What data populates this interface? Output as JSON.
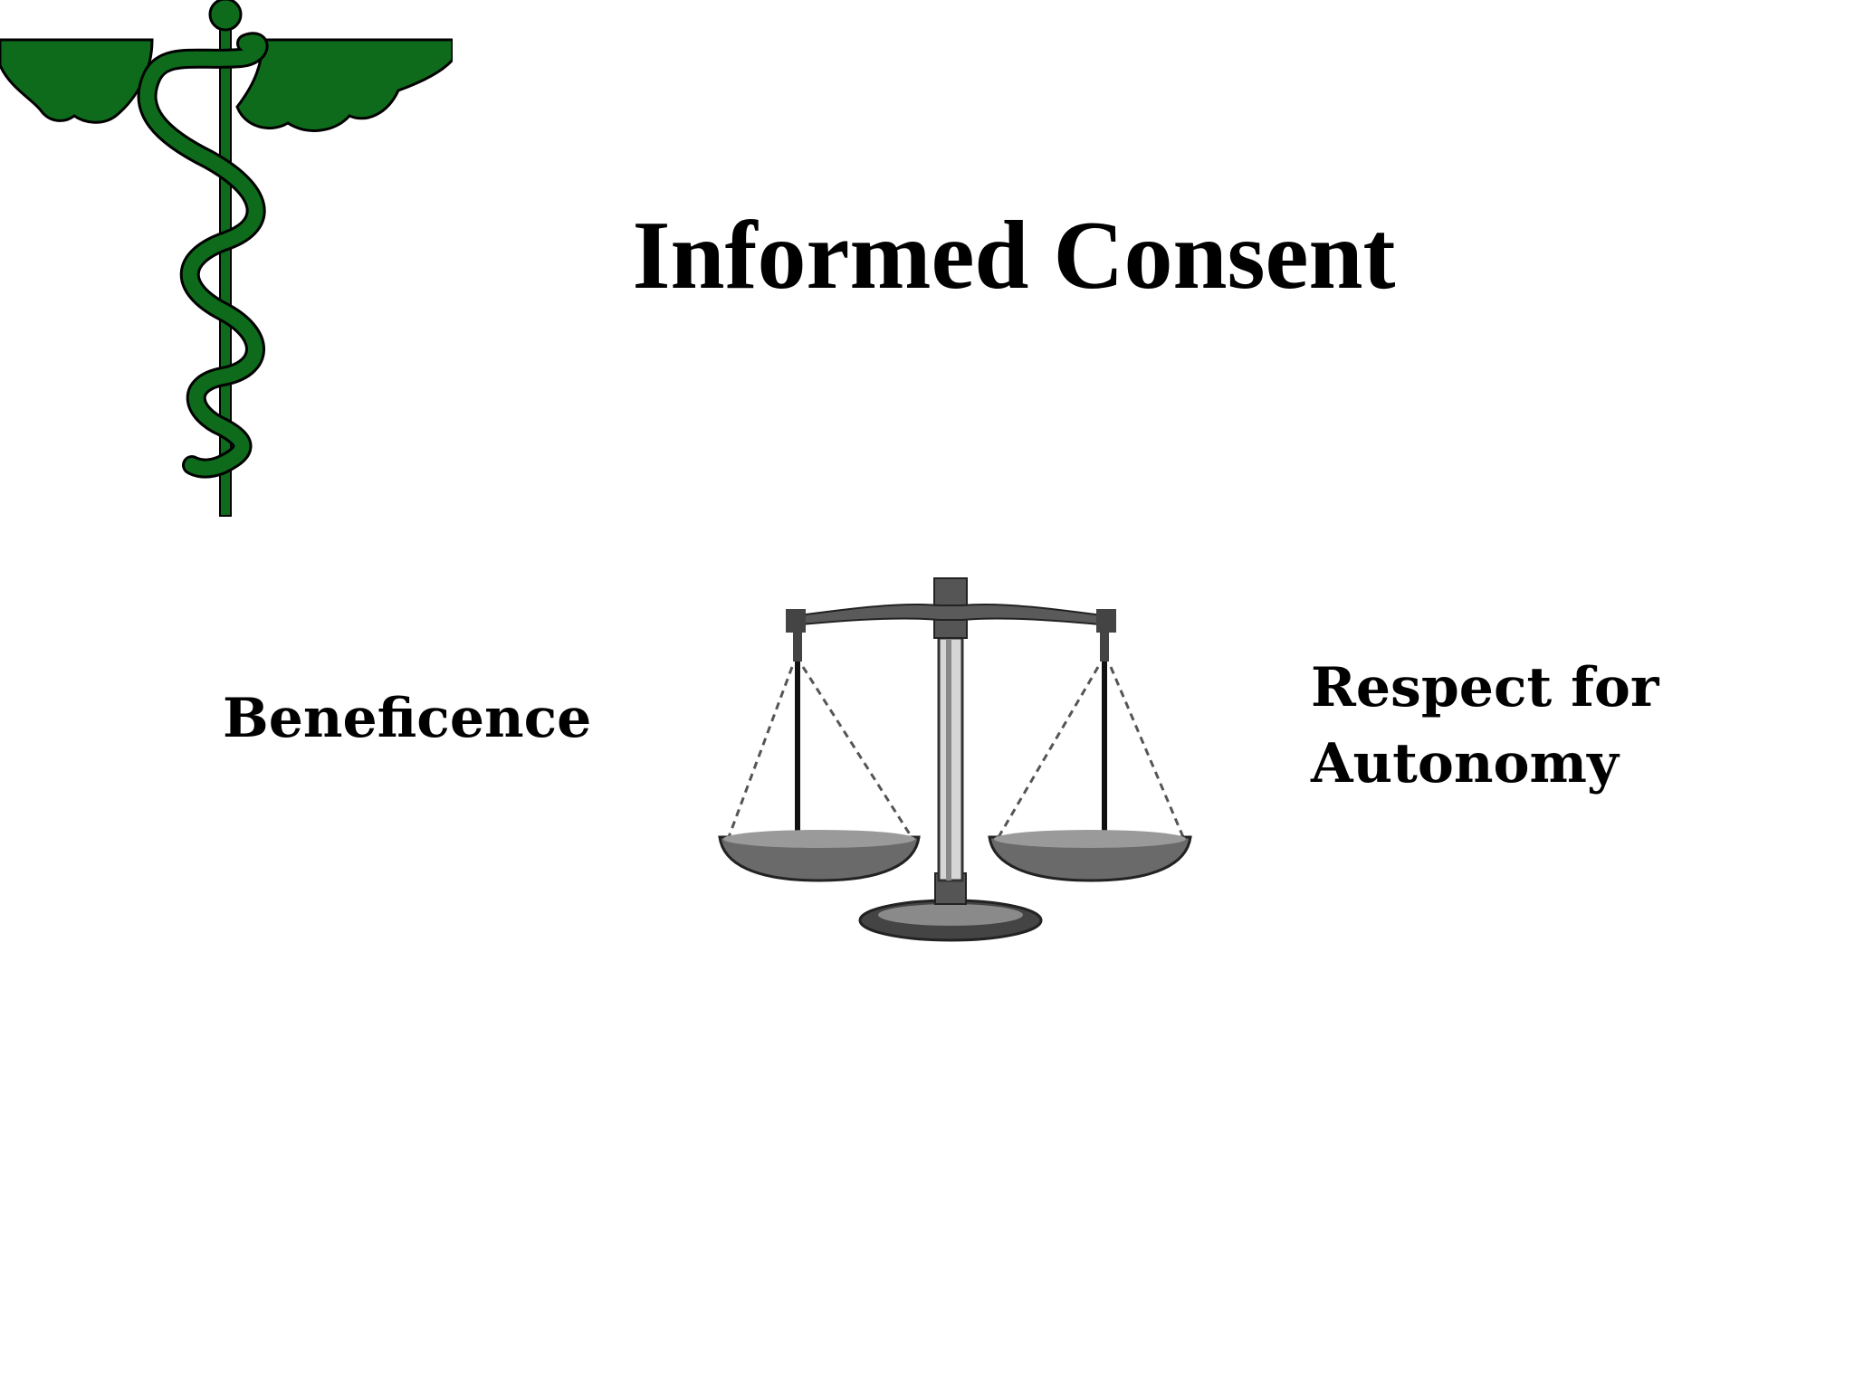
{
  "slide": {
    "title": "Informed Consent",
    "left_label": "Beneficence",
    "right_label_line1": "Respect for",
    "right_label_line2": "Autonomy"
  },
  "icons": {
    "top_left": "caduceus-icon",
    "center": "balance-scale-icon"
  },
  "colors": {
    "background": "#ffffff",
    "text": "#000000",
    "caduceus_green": "#0e6b1c",
    "scale_gray": "#555555"
  }
}
